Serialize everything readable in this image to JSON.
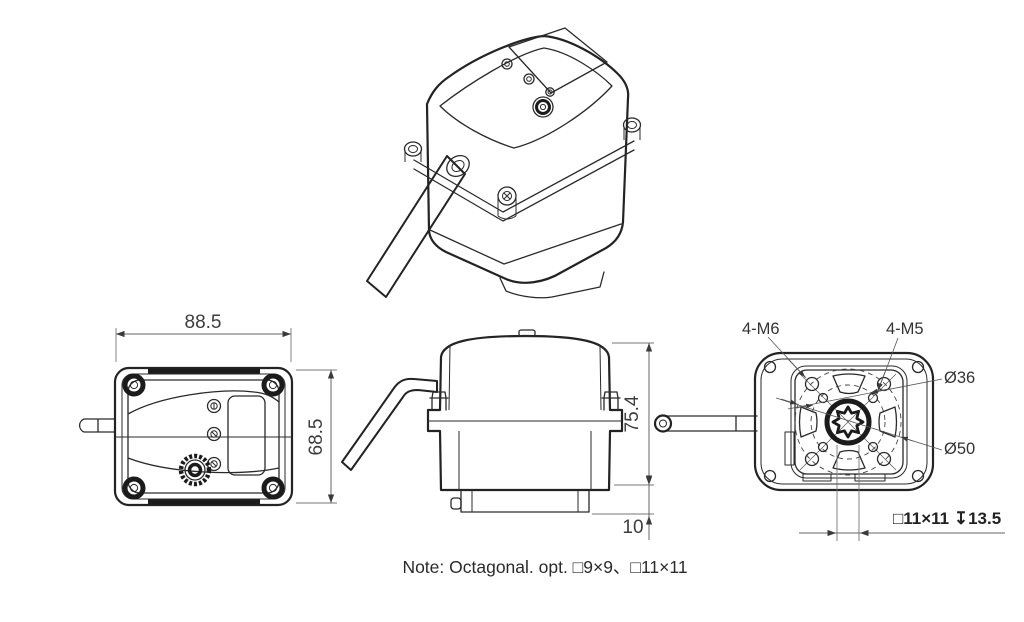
{
  "drawing": {
    "title": "actuator-dimension-drawing",
    "note": "Note: Octagonal. opt. □9×9、□11×11",
    "dims": {
      "front_width": "88.5",
      "front_height": "68.5",
      "side_height": "75.4",
      "side_base": "10"
    },
    "labels": {
      "m6": "4-M6",
      "m5": "4-M5",
      "d36": "Ø36",
      "d50": "Ø50",
      "socket": "□11×11  ↧13.5"
    },
    "colors": {
      "line": "#232323",
      "dimension": "#666666",
      "background": "#ffffff"
    }
  }
}
